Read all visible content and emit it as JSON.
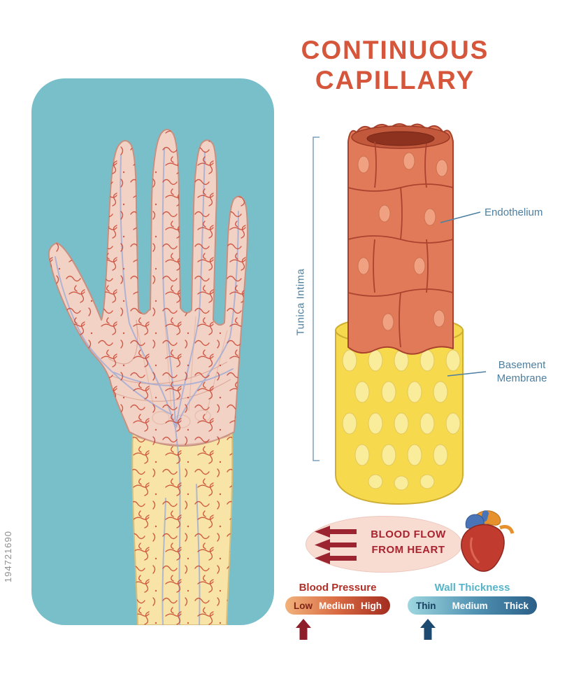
{
  "watermark": {
    "text": "194721690"
  },
  "title": {
    "line1": "CONTINUOUS",
    "line2": "CAPILLARY"
  },
  "capillary": {
    "tunica_intima_label": "Tunica Intima",
    "endothelium_label": "Endothelium",
    "basement_membrane_line1": "Basement",
    "basement_membrane_line2": "Membrane"
  },
  "blood_flow": {
    "line1": "BLOOD FLOW",
    "line2": "FROM HEART"
  },
  "blood_pressure": {
    "title": "Blood Pressure",
    "levels": [
      "Low",
      "Medium",
      "High"
    ],
    "indicated": "Low"
  },
  "wall_thickness": {
    "title": "Wall Thickness",
    "levels": [
      "Thin",
      "Medium",
      "Thick"
    ],
    "indicated": "Thin"
  },
  "colors": {
    "title_red": "#d5563b",
    "panel_teal": "#79bfca",
    "label_blue": "#4d7fa0",
    "blood_flow_red": "#a8232e",
    "pressure_red": "#b03028",
    "thickness_teal": "#56b4c8",
    "endothelium_salmon": "#e07a58",
    "basement_yellow": "#f6d94d"
  }
}
